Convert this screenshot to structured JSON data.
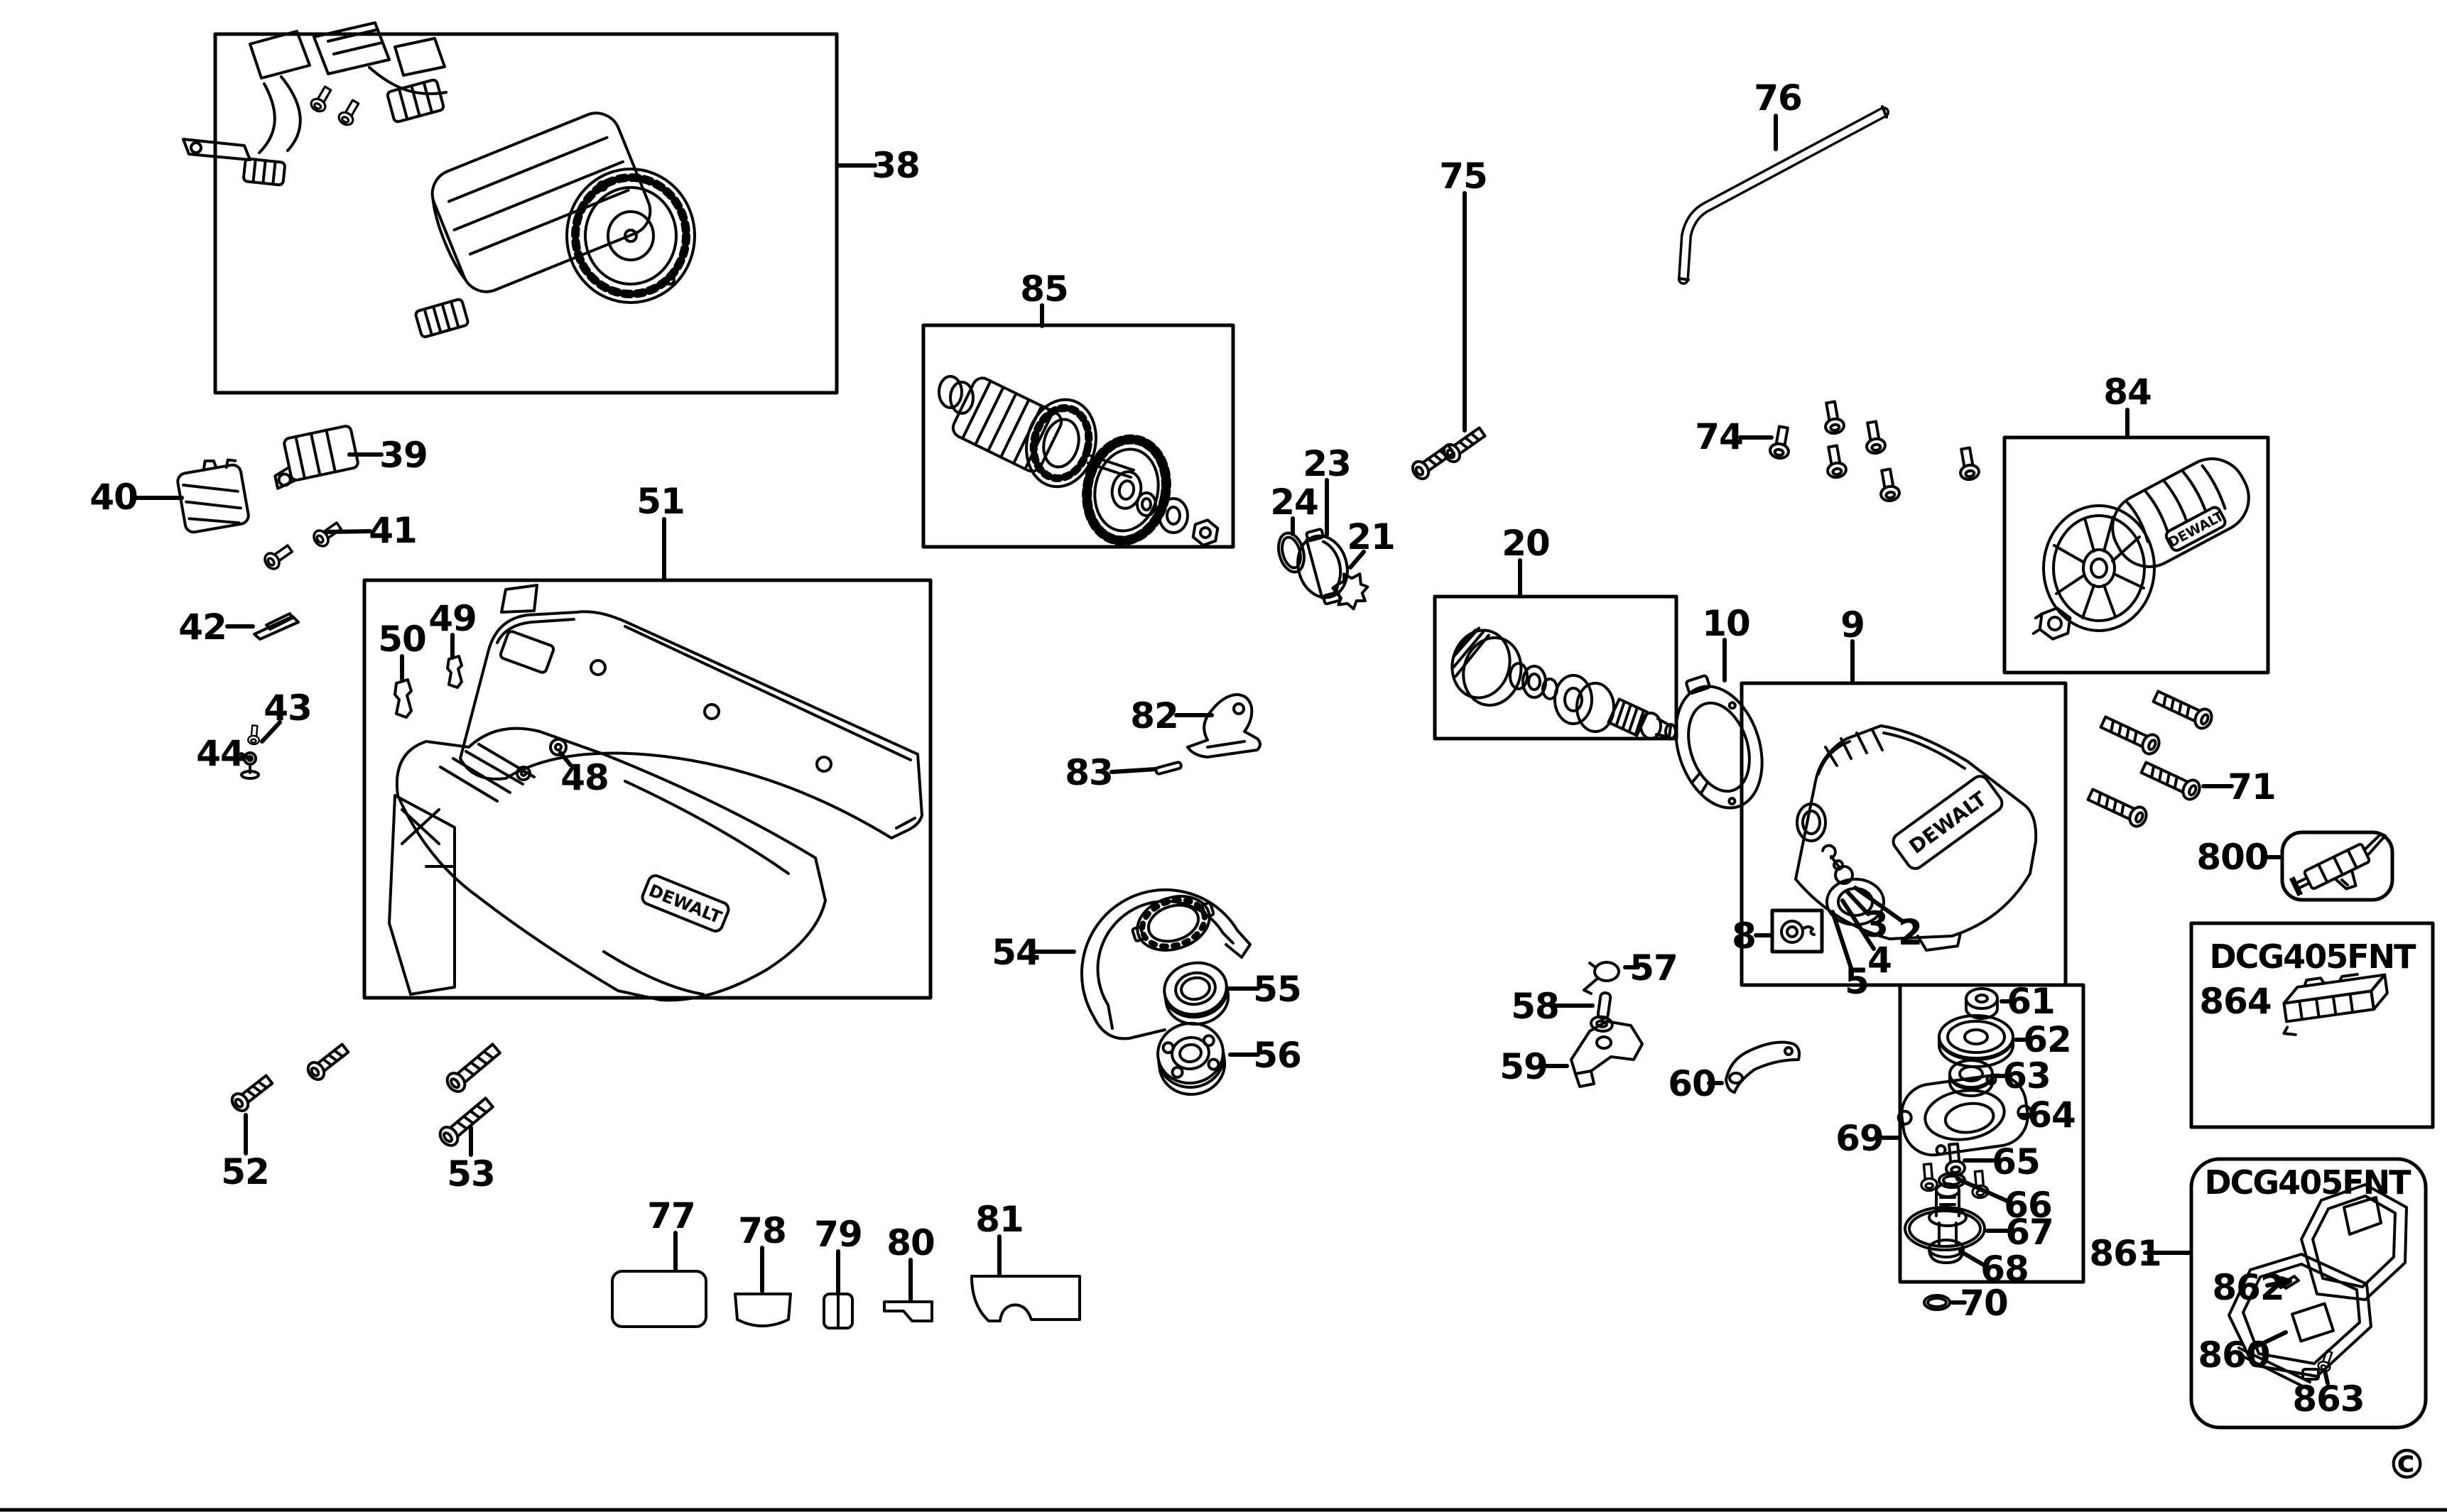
{
  "diagram": {
    "type": "exploded-parts-diagram",
    "brand": "DEWALT",
    "model": "DCG405FNT",
    "background_color": "#ffffff",
    "line_color": "#000000"
  },
  "titles": [
    "DCG405FNT",
    "DCG405FNT"
  ],
  "copyright": "©",
  "labels": [
    {
      "part": "38",
      "text": "38"
    },
    {
      "part": "85",
      "text": "85"
    },
    {
      "part": "76",
      "text": "76"
    },
    {
      "part": "39",
      "text": "39"
    },
    {
      "part": "40",
      "text": "40"
    },
    {
      "part": "41",
      "text": "41"
    },
    {
      "part": "42",
      "text": "42"
    },
    {
      "part": "43",
      "text": "43"
    },
    {
      "part": "44",
      "text": "44"
    },
    {
      "part": "51",
      "text": "51"
    },
    {
      "part": "50",
      "text": "50"
    },
    {
      "part": "49",
      "text": "49"
    },
    {
      "part": "48",
      "text": "48"
    },
    {
      "part": "23",
      "text": "23"
    },
    {
      "part": "24",
      "text": "24"
    },
    {
      "part": "21",
      "text": "21"
    },
    {
      "part": "75",
      "text": "75"
    },
    {
      "part": "74",
      "text": "74"
    },
    {
      "part": "20",
      "text": "20"
    },
    {
      "part": "10",
      "text": "10"
    },
    {
      "part": "9",
      "text": "9"
    },
    {
      "part": "84",
      "text": "84"
    },
    {
      "part": "71",
      "text": "71"
    },
    {
      "part": "800",
      "text": "800"
    },
    {
      "part": "8",
      "text": "8"
    },
    {
      "part": "2",
      "text": "2"
    },
    {
      "part": "3",
      "text": "3"
    },
    {
      "part": "4",
      "text": "4"
    },
    {
      "part": "5",
      "text": "5"
    },
    {
      "part": "57",
      "text": "57"
    },
    {
      "part": "58",
      "text": "58"
    },
    {
      "part": "59",
      "text": "59"
    },
    {
      "part": "60",
      "text": "60"
    },
    {
      "part": "54",
      "text": "54"
    },
    {
      "part": "55",
      "text": "55"
    },
    {
      "part": "56",
      "text": "56"
    },
    {
      "part": "69",
      "text": "69"
    },
    {
      "part": "61",
      "text": "61"
    },
    {
      "part": "62",
      "text": "62"
    },
    {
      "part": "63",
      "text": "63"
    },
    {
      "part": "64",
      "text": "64"
    },
    {
      "part": "65",
      "text": "65"
    },
    {
      "part": "66",
      "text": "66"
    },
    {
      "part": "67",
      "text": "67"
    },
    {
      "part": "68",
      "text": "68"
    },
    {
      "part": "70",
      "text": "70"
    },
    {
      "part": "52",
      "text": "52"
    },
    {
      "part": "53",
      "text": "53"
    },
    {
      "part": "77",
      "text": "77"
    },
    {
      "part": "78",
      "text": "78"
    },
    {
      "part": "79",
      "text": "79"
    },
    {
      "part": "80",
      "text": "80"
    },
    {
      "part": "81",
      "text": "81"
    },
    {
      "part": "82",
      "text": "82"
    },
    {
      "part": "83",
      "text": "83"
    },
    {
      "part": "861",
      "text": "861"
    },
    {
      "part": "862",
      "text": "862"
    },
    {
      "part": "860",
      "text": "860"
    },
    {
      "part": "863",
      "text": "863"
    },
    {
      "part": "864",
      "text": "864"
    }
  ]
}
